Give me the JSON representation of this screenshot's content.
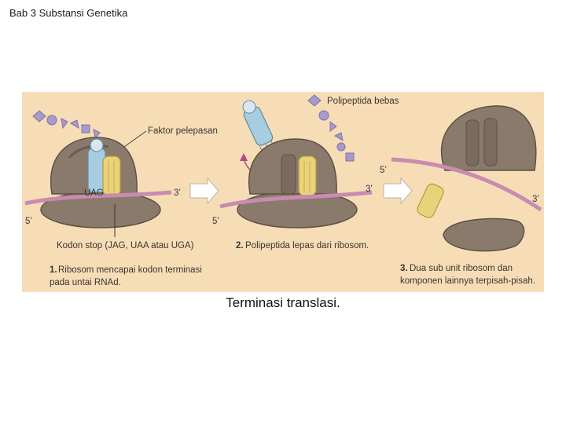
{
  "header": {
    "title": "Bab 3 Substansi Genetika"
  },
  "figure": {
    "labels": {
      "release_factor": "Faktor pelepasan",
      "free_polypeptide": "Polipeptida bebas",
      "stop_codon": "Kodon stop (JAG, UAA atau UGA)",
      "codon_text": "UAG",
      "end_5_left": "5’",
      "end_3_left": "3’",
      "end_5_mid": "5’",
      "end_3_mid": "3’",
      "end_5_right": "5’",
      "end_3_right": "3’"
    },
    "steps": [
      {
        "number": "1.",
        "line1": "Ribosom mencapai kodon terminasi",
        "line2": "pada untai RNAd."
      },
      {
        "number": "2.",
        "line1": "Polipeptida lepas dari ribosom.",
        "line2": ""
      },
      {
        "number": "3.",
        "line1": "Dua sub unit ribosom dan",
        "line2": "komponen lainnya terpisah-pisah."
      }
    ],
    "colors": {
      "background": "#f6ddb6",
      "ribosome": "#8a7a6c",
      "ribosome_dark": "#6b5d51",
      "mrna": "#c98bb0",
      "release_factor": "#e8d27a",
      "trna": "#a9cde0",
      "polypeptide": "#a69bc9",
      "arrow": "#ffffff"
    }
  },
  "caption": "Terminasi translasi."
}
